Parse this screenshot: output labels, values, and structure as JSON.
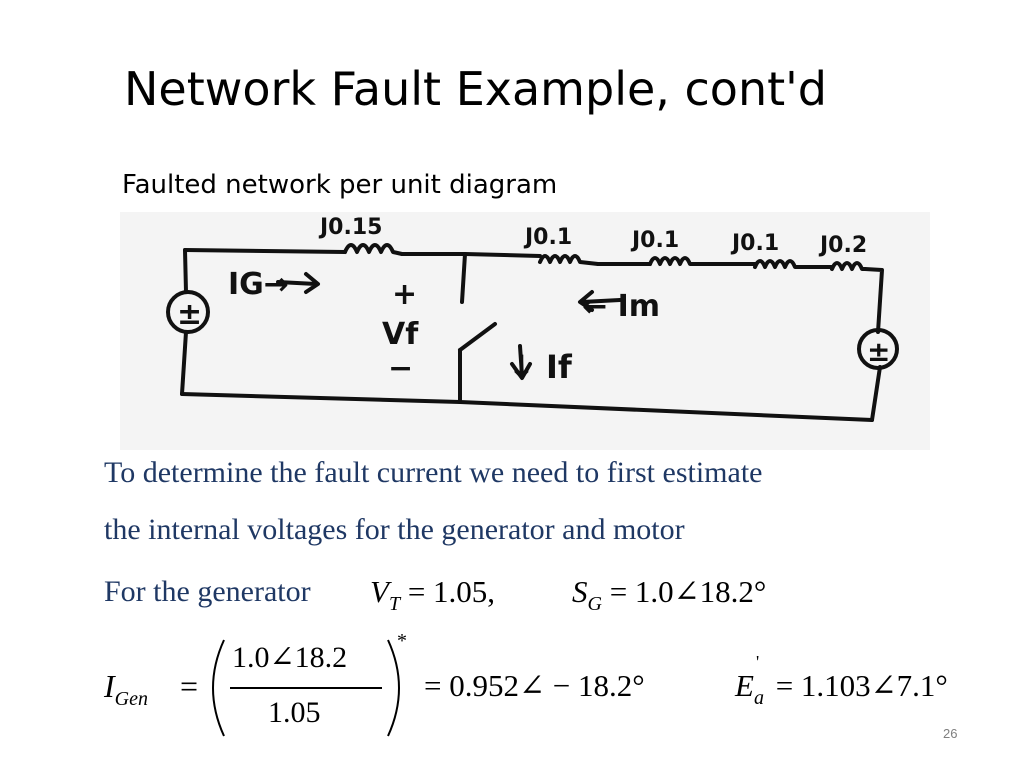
{
  "slide": {
    "title": "Network Fault Example, cont'd",
    "subtitle": "Faulted network per unit diagram",
    "page_number": "26"
  },
  "diagram": {
    "impedances": [
      "J0.15",
      "J0.1",
      "J0.1",
      "J0.1",
      "J0.2"
    ],
    "labels": {
      "generator_current": "IG→",
      "motor_current": "← Im",
      "fault_current": "↓ If",
      "prefault_voltage": "Vf",
      "plus": "+",
      "minus": "−",
      "source_symbol": "±"
    }
  },
  "body": {
    "line1": "To determine the fault current we need to first estimate",
    "line2": "the internal voltages for the generator and motor",
    "line3_prefix": "For the generator"
  },
  "equations": {
    "vt_symbol": "V",
    "vt_sub": "T",
    "vt_value": "= 1.05,",
    "sg_symbol": "S",
    "sg_sub": "G",
    "sg_value": "= 1.0∠18.2°",
    "igen_symbol": "I",
    "igen_sub": "Gen",
    "equals": "=",
    "frac_num": "1.0∠18.2",
    "frac_den": "1.05",
    "conj": "*",
    "igen_result": "= 0.952∠ − 18.2°",
    "ea_symbol": "E",
    "ea_sub": "a",
    "ea_prime": "'",
    "ea_value": "= 1.103∠7.1°"
  }
}
